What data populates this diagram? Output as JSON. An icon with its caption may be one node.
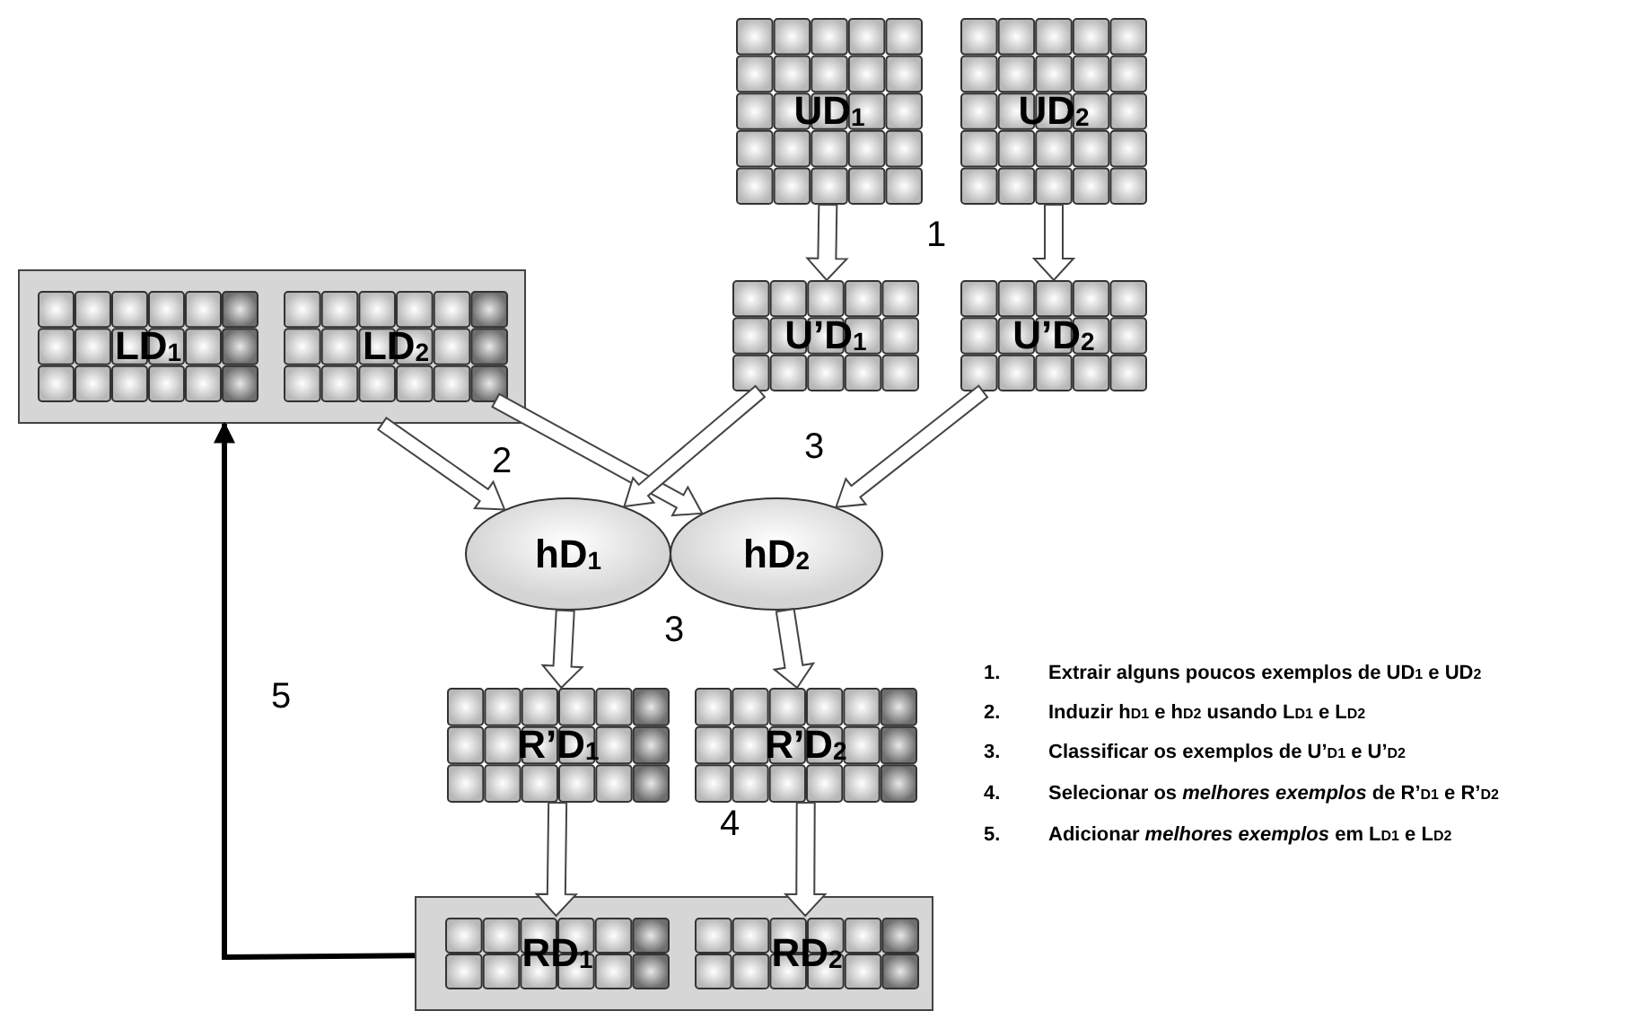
{
  "diagram": {
    "nodes": [
      {
        "text": [
          "UD$_{1}$"
        ]
      },
      {
        "text": [
          "UD$_{2}$"
        ]
      },
      {
        "text": [
          "U’D$_{1}$"
        ]
      },
      {
        "text": [
          "U’D$_{2}$"
        ]
      },
      {
        "text": [],
        "shape": "box"
      },
      {
        "text": [
          "LD$_{1}$"
        ],
        "in": 4
      },
      {
        "text": [
          "LD$_{2}$"
        ],
        "in": 4
      },
      {
        "text": [
          "hD$_{1}$"
        ]
      },
      {
        "text": [
          "hD$_{2}$"
        ]
      },
      {
        "text": [
          "R’D$_{1}$"
        ]
      },
      {
        "text": [
          "R’D$_{2}$"
        ]
      },
      {
        "text": [],
        "shape": "box"
      },
      {
        "text": [
          "RD$_{1}$"
        ],
        "in": 11
      },
      {
        "text": [
          "RD$_{2}$"
        ],
        "in": 11
      }
    ],
    "edges": [
      {
        "from": 0,
        "to": 2,
        "arrow": "to"
      },
      {
        "from": 1,
        "to": 3,
        "arrow": "to"
      },
      {
        "from": 4,
        "to": 7,
        "arrow": "to"
      },
      {
        "from": 6,
        "to": 8,
        "arrow": "to"
      },
      {
        "from": 2,
        "to": 7,
        "arrow": "to"
      },
      {
        "from": 3,
        "to": 8,
        "arrow": "to"
      },
      {
        "from": 7,
        "to": 9,
        "arrow": "to"
      },
      {
        "from": 8,
        "to": 10,
        "arrow": "to"
      },
      {
        "from": 9,
        "to": 12,
        "arrow": "to"
      },
      {
        "from": 10,
        "to": 13,
        "arrow": "to"
      },
      {
        "from": 11,
        "to": 4,
        "arrow": "to",
        "color": "#000000"
      }
    ],
    "labels": [
      "1",
      "3",
      "2",
      "3",
      "5",
      "4",
      "1.",
      "Extrair alguns poucos exemplos de UD$_{1}$ e UD$_{2}$",
      "2.",
      "Induzir h$_{D1}$ e h$_{D2}$ usando L$_{D1}$ e L$_{D2}$",
      "3.",
      "Classificar os exemplos de  U’$_{D1}$ e U’$_{D2}$",
      "4.",
      "Selecionar os *melhores exemplos* de R’$_{D1}$ e R’$_{D2}$",
      "5.",
      "Adicionar *melhores exemplos* em L$_{D1}$ e L$_{D2}$"
    ]
  }
}
